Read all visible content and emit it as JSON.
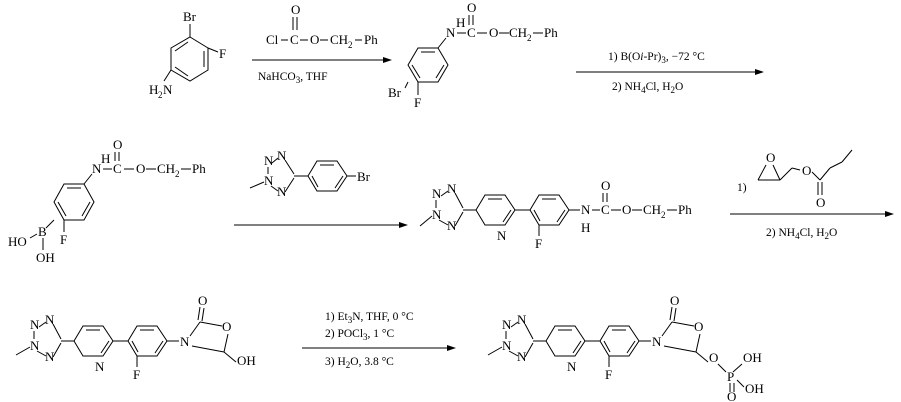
{
  "colors": {
    "ink": "#000000",
    "background": "#ffffff"
  },
  "molecules": {
    "bromofluoroaniline": {
      "br": "Br",
      "f": "F",
      "nh2_h": "H",
      "nh2_sub": "2",
      "nh2_n": "N"
    },
    "cbz_chloride": {
      "o_top": "O",
      "c": "C",
      "cl": "Cl",
      "o_ester": "O",
      "ch2": "CH",
      "ch2_sub": "2",
      "ph": "Ph"
    },
    "cbz_carbamate_1": {
      "n": "N",
      "h": "H",
      "o_top": "O",
      "c": "C",
      "o_ester": "O",
      "ch2": "CH",
      "ch2_sub": "2",
      "ph": "Ph",
      "br": "Br",
      "f": "F"
    },
    "boronic_acid": {
      "n": "N",
      "h": "H",
      "o_top": "O",
      "c": "C",
      "o_ester": "O",
      "ch2": "CH",
      "ch2_sub": "2",
      "ph": "Ph",
      "b": "B",
      "ho": "HO",
      "oh": "OH",
      "f": "F"
    },
    "bromopyridyl_tetrazole": {
      "n1": "N",
      "n2": "N",
      "n3": "N",
      "n4": "N",
      "br": "Br"
    },
    "biaryl_carbamate": {
      "n1": "N",
      "n2": "N",
      "n3": "N",
      "n4": "N",
      "f": "F",
      "n_py": "N",
      "n_nh": "N",
      "h": "H",
      "o_top": "O",
      "c": "C",
      "o_ester": "O",
      "ch2": "CH",
      "ch2_sub": "2",
      "ph": "Ph"
    },
    "glycidyl_butyrate": {
      "o_ring": "O",
      "o_ester": "O",
      "o_carbonyl": "O"
    },
    "oxazolidinone_alcohol": {
      "n1": "N",
      "n2": "N",
      "n3": "N",
      "n4": "N",
      "f": "F",
      "n_py": "N",
      "n_ox": "N",
      "o_ring": "O",
      "o_carbonyl": "O",
      "oh": "OH"
    },
    "phosphate_product": {
      "n1": "N",
      "n2": "N",
      "n3": "N",
      "n4": "N",
      "f": "F",
      "n_py": "N",
      "n_ox": "N",
      "o_ring": "O",
      "o_carbonyl": "O",
      "o_link": "O",
      "p": "P",
      "p_o": "O",
      "oh_top": "OH",
      "oh_bottom": "OH"
    }
  },
  "reagents": {
    "step1_below": {
      "a": "NaHCO",
      "a_sub": "3",
      "b": ", THF"
    },
    "step2_above": {
      "text": "1) B(O",
      "italic": "i",
      "rest": "-Pr)",
      "sub": "3",
      "temp": ", −72 °C"
    },
    "step2_below": {
      "a": "2) NH",
      "a_sub": "4",
      "b": "Cl, H",
      "b_sub": "2",
      "c": "O"
    },
    "step4_label": "1)",
    "step4_below": {
      "a": "2) NH",
      "a_sub": "4",
      "b": "Cl, H",
      "b_sub": "2",
      "c": "O"
    },
    "step5_line1": {
      "a": "1) Et",
      "a_sub": "3",
      "b": "N, THF, 0 °C"
    },
    "step5_line2": {
      "a": "2) POCl",
      "a_sub": "3",
      "b": ", 1 °C"
    },
    "step5_line3": {
      "a": "3) H",
      "a_sub": "2",
      "b": "O, 3.8 °C"
    }
  }
}
